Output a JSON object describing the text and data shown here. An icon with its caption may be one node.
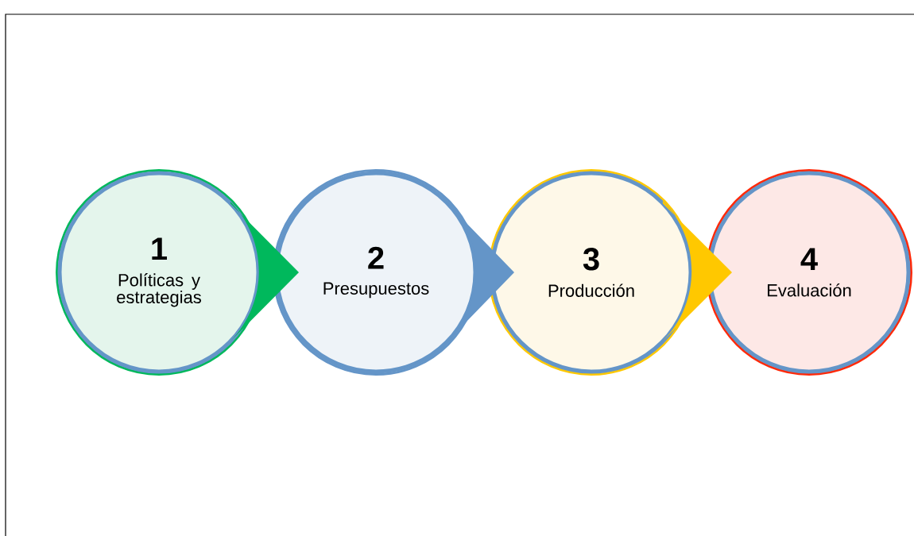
{
  "diagram": {
    "nodes": [
      {
        "text": [
          "1",
          "Políticas y estrategias"
        ]
      },
      {
        "text": [
          "2",
          "Presupuestos"
        ]
      },
      {
        "text": [
          "3",
          "Producción"
        ]
      },
      {
        "text": [
          "4",
          "Evaluación"
        ]
      }
    ],
    "edges": [
      {
        "from": 0,
        "to": 1,
        "arrow": "to",
        "color": "#00b85c"
      },
      {
        "from": 1,
        "to": 2,
        "arrow": "to",
        "color": "#6495c8"
      },
      {
        "from": 2,
        "to": 3,
        "arrow": "to",
        "color": "#ffc800"
      }
    ]
  }
}
